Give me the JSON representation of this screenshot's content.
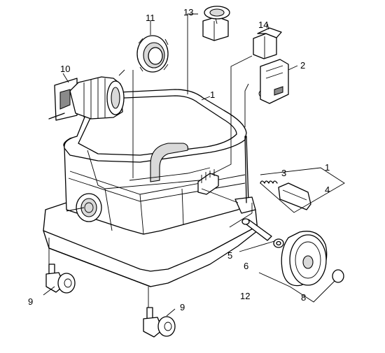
{
  "diagram": {
    "callouts": [
      {
        "id": "c13",
        "text": "13"
      },
      {
        "id": "c11",
        "text": "11"
      },
      {
        "id": "c14",
        "text": "14"
      },
      {
        "id": "c10",
        "text": "10"
      },
      {
        "id": "c2",
        "text": "2"
      },
      {
        "id": "c1a",
        "text": "1"
      },
      {
        "id": "c1b",
        "text": "1"
      },
      {
        "id": "c3",
        "text": "3"
      },
      {
        "id": "c4",
        "text": "4"
      },
      {
        "id": "c5",
        "text": "5"
      },
      {
        "id": "c6",
        "text": "6"
      },
      {
        "id": "c12",
        "text": "12"
      },
      {
        "id": "c8",
        "text": "8"
      },
      {
        "id": "c9a",
        "text": "9"
      },
      {
        "id": "c9b",
        "text": "9"
      }
    ]
  }
}
